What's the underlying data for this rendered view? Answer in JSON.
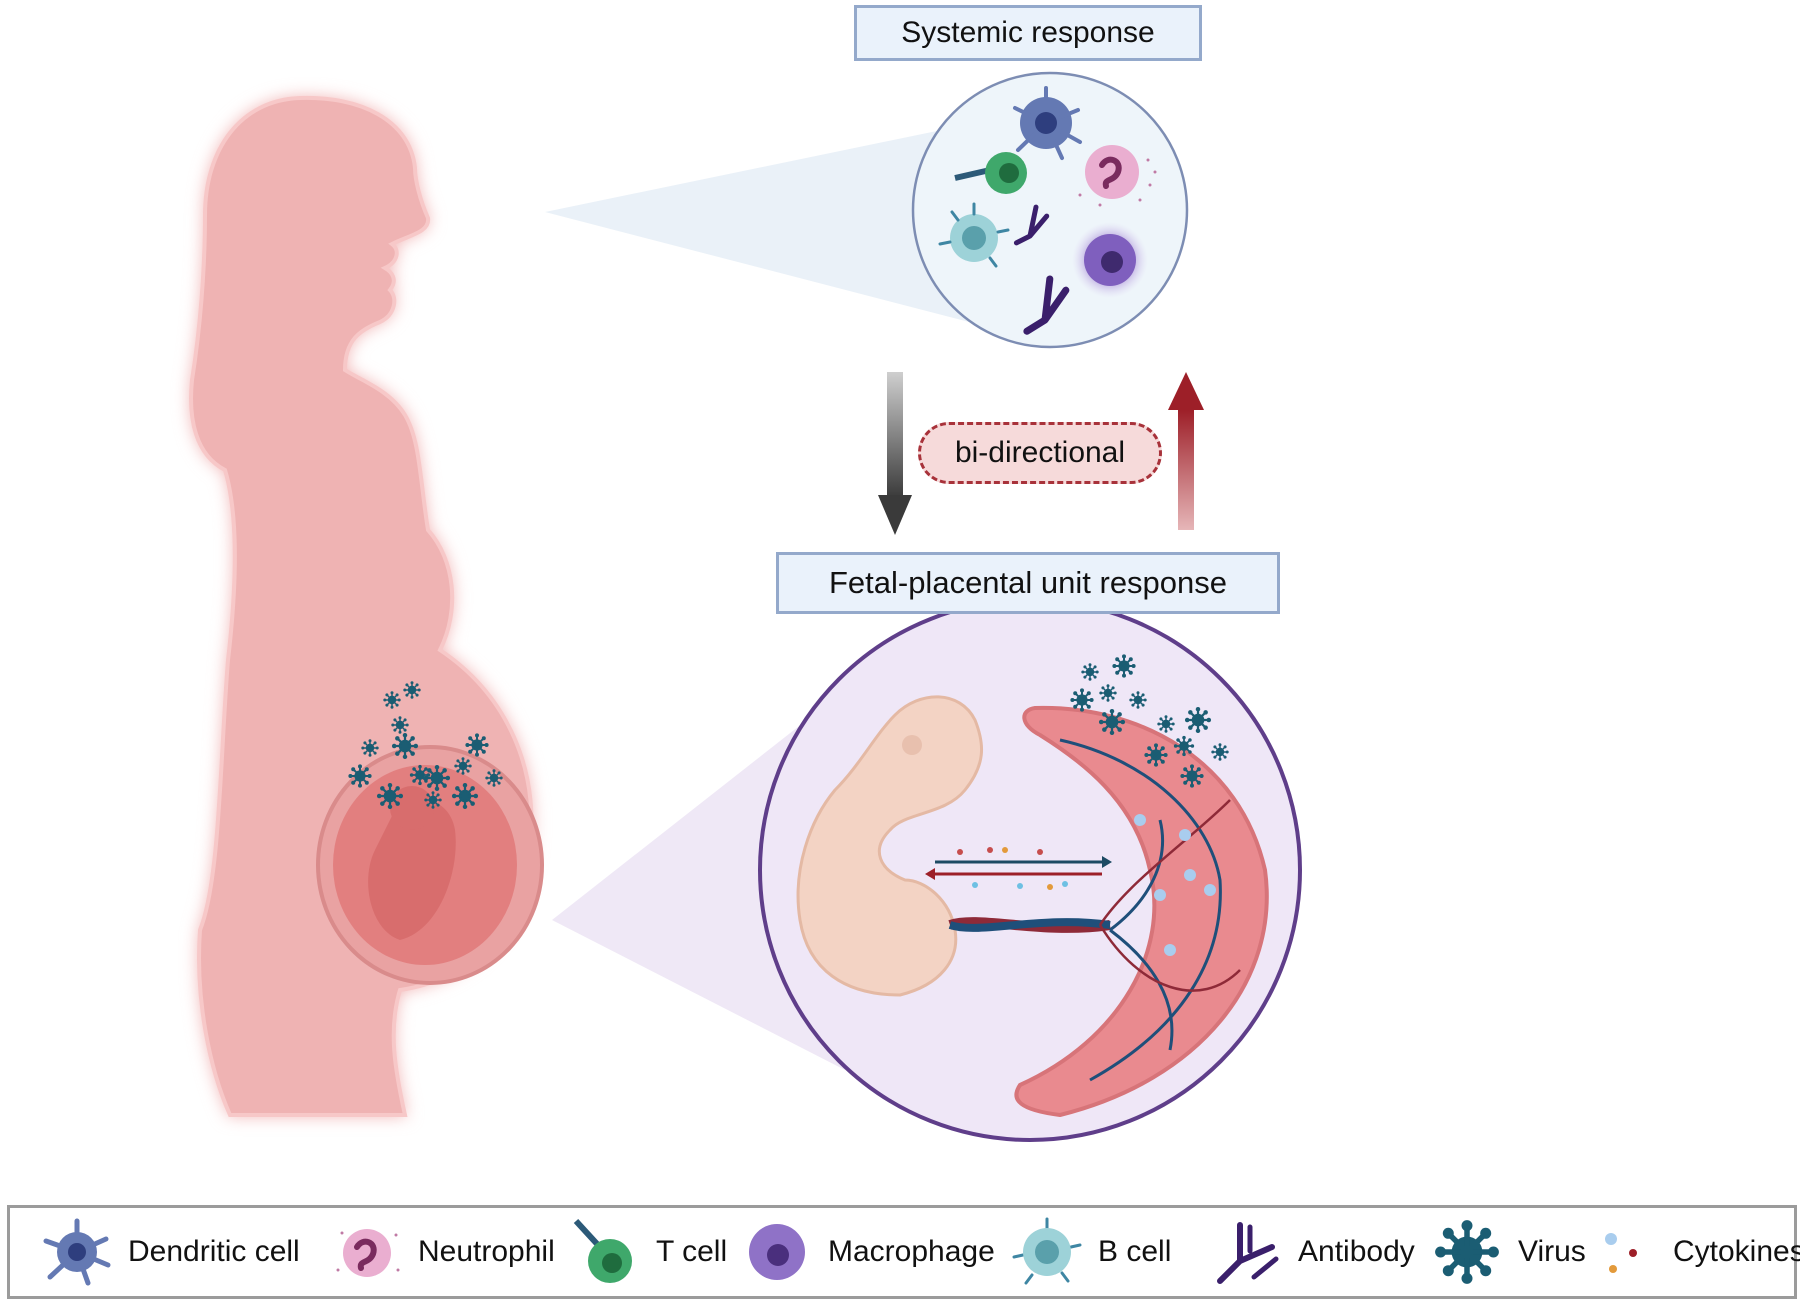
{
  "boxes": {
    "systemic": "Systemic response",
    "fetal": "Fetal-placental unit response",
    "bidirectional": "bi-directional"
  },
  "legend": [
    {
      "label": "Dendritic cell",
      "icon": "dendritic-cell-icon"
    },
    {
      "label": "Neutrophil",
      "icon": "neutrophil-icon"
    },
    {
      "label": "T cell",
      "icon": "t-cell-icon"
    },
    {
      "label": "Macrophage",
      "icon": "macrophage-icon"
    },
    {
      "label": "B cell",
      "icon": "b-cell-icon"
    },
    {
      "label": "Antibody",
      "icon": "antibody-icon"
    },
    {
      "label": "Virus",
      "icon": "virus-icon"
    },
    {
      "label": "Cytokines",
      "icon": "cytokines-icon"
    }
  ],
  "colors": {
    "body": "#efb3b3",
    "box_fill": "#eaf2fb",
    "box_border": "#94a9cb",
    "arrow_down": "#3f3f3f",
    "arrow_up": "#a3232b",
    "virus": "#1b5d73",
    "placenta": "#e98a8f",
    "vessel": "#1f4f7a"
  }
}
